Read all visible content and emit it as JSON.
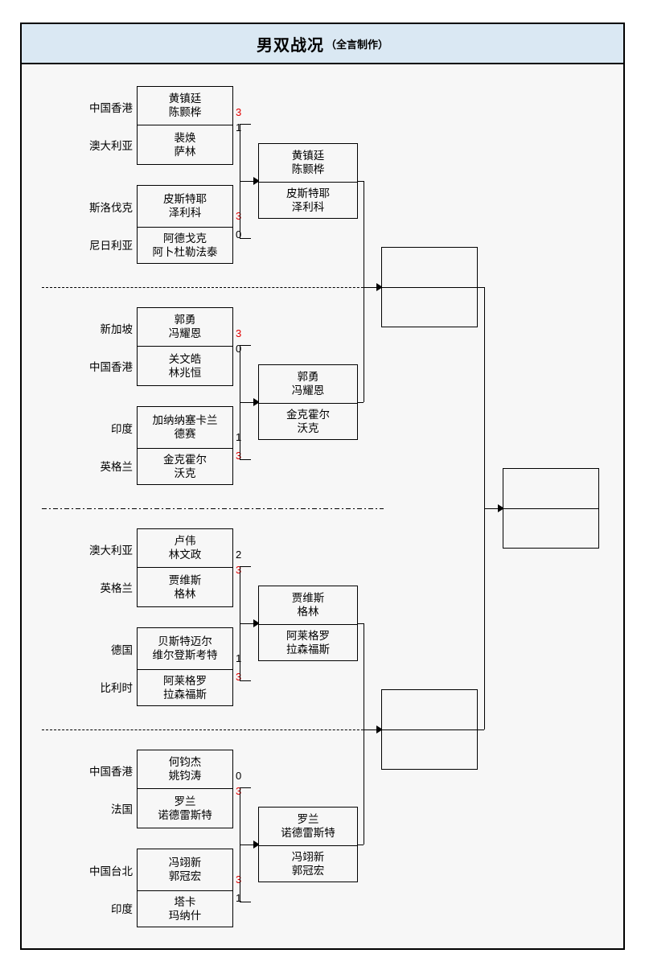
{
  "header": {
    "title": "男双战况",
    "subtitle": "（全言制作）"
  },
  "colors": {
    "header_bg": "#dae8f3",
    "frame_border": "#000000",
    "winner_score": "#e00000",
    "loser_score": "#000000",
    "page_bg": "#f7f7f7"
  },
  "round1": [
    {
      "top": {
        "country": "中国香港",
        "p1": "黄镇廷",
        "p2": "陈颢桦",
        "score": "3",
        "winner": true
      },
      "bottom": {
        "country": "澳大利亚",
        "p1": "裴焕",
        "p2": "萨林",
        "score": "1",
        "winner": false
      }
    },
    {
      "top": {
        "country": "斯洛伐克",
        "p1": "皮斯特耶",
        "p2": "泽利科",
        "score": "3",
        "winner": true
      },
      "bottom": {
        "country": "尼日利亚",
        "p1": "阿德戈克",
        "p2": "阿卜杜勒法泰",
        "score": "0",
        "winner": false
      }
    },
    {
      "top": {
        "country": "新加坡",
        "p1": "郭勇",
        "p2": "冯耀恩",
        "score": "3",
        "winner": true
      },
      "bottom": {
        "country": "中国香港",
        "p1": "关文皓",
        "p2": "林兆恒",
        "score": "0",
        "winner": false
      }
    },
    {
      "top": {
        "country": "印度",
        "p1": "加纳纳塞卡兰",
        "p2": "德赛",
        "score": "1",
        "winner": false
      },
      "bottom": {
        "country": "英格兰",
        "p1": "金克霍尔",
        "p2": "沃克",
        "score": "3",
        "winner": true
      }
    },
    {
      "top": {
        "country": "澳大利亚",
        "p1": "卢伟",
        "p2": "林文政",
        "score": "2",
        "winner": false
      },
      "bottom": {
        "country": "英格兰",
        "p1": "贾维斯",
        "p2": "格林",
        "score": "3",
        "winner": true
      }
    },
    {
      "top": {
        "country": "德国",
        "p1": "贝斯特迈尔",
        "p2": "维尔登斯考特",
        "score": "1",
        "winner": false
      },
      "bottom": {
        "country": "比利时",
        "p1": "阿莱格罗",
        "p2": "拉森福斯",
        "score": "3",
        "winner": true
      }
    },
    {
      "top": {
        "country": "中国香港",
        "p1": "何钧杰",
        "p2": "姚钧涛",
        "score": "0",
        "winner": false
      },
      "bottom": {
        "country": "法国",
        "p1": "罗兰",
        "p2": "诺德雷斯特",
        "score": "3",
        "winner": true
      }
    },
    {
      "top": {
        "country": "中国台北",
        "p1": "冯翊新",
        "p2": "郭冠宏",
        "score": "3",
        "winner": true
      },
      "bottom": {
        "country": "印度",
        "p1": "塔卡",
        "p2": "玛纳什",
        "score": "1",
        "winner": false
      }
    }
  ],
  "round2": [
    {
      "top": {
        "p1": "黄镇廷",
        "p2": "陈颢桦",
        "score": ""
      },
      "bottom": {
        "p1": "皮斯特耶",
        "p2": "泽利科",
        "score": ""
      }
    },
    {
      "top": {
        "p1": "郭勇",
        "p2": "冯耀恩",
        "score": ""
      },
      "bottom": {
        "p1": "金克霍尔",
        "p2": "沃克",
        "score": ""
      }
    },
    {
      "top": {
        "p1": "贾维斯",
        "p2": "格林",
        "score": ""
      },
      "bottom": {
        "p1": "阿莱格罗",
        "p2": "拉森福斯",
        "score": ""
      }
    },
    {
      "top": {
        "p1": "罗兰",
        "p2": "诺德雷斯特",
        "score": ""
      },
      "bottom": {
        "p1": "冯翊新",
        "p2": "郭冠宏",
        "score": ""
      }
    }
  ],
  "round3": [
    {
      "top": {
        "p1": "",
        "p2": ""
      },
      "bottom": {
        "p1": "",
        "p2": ""
      }
    },
    {
      "top": {
        "p1": "",
        "p2": ""
      },
      "bottom": {
        "p1": "",
        "p2": ""
      }
    }
  ],
  "final": {
    "top": {
      "p1": "",
      "p2": ""
    },
    "bottom": {
      "p1": "",
      "p2": ""
    }
  }
}
